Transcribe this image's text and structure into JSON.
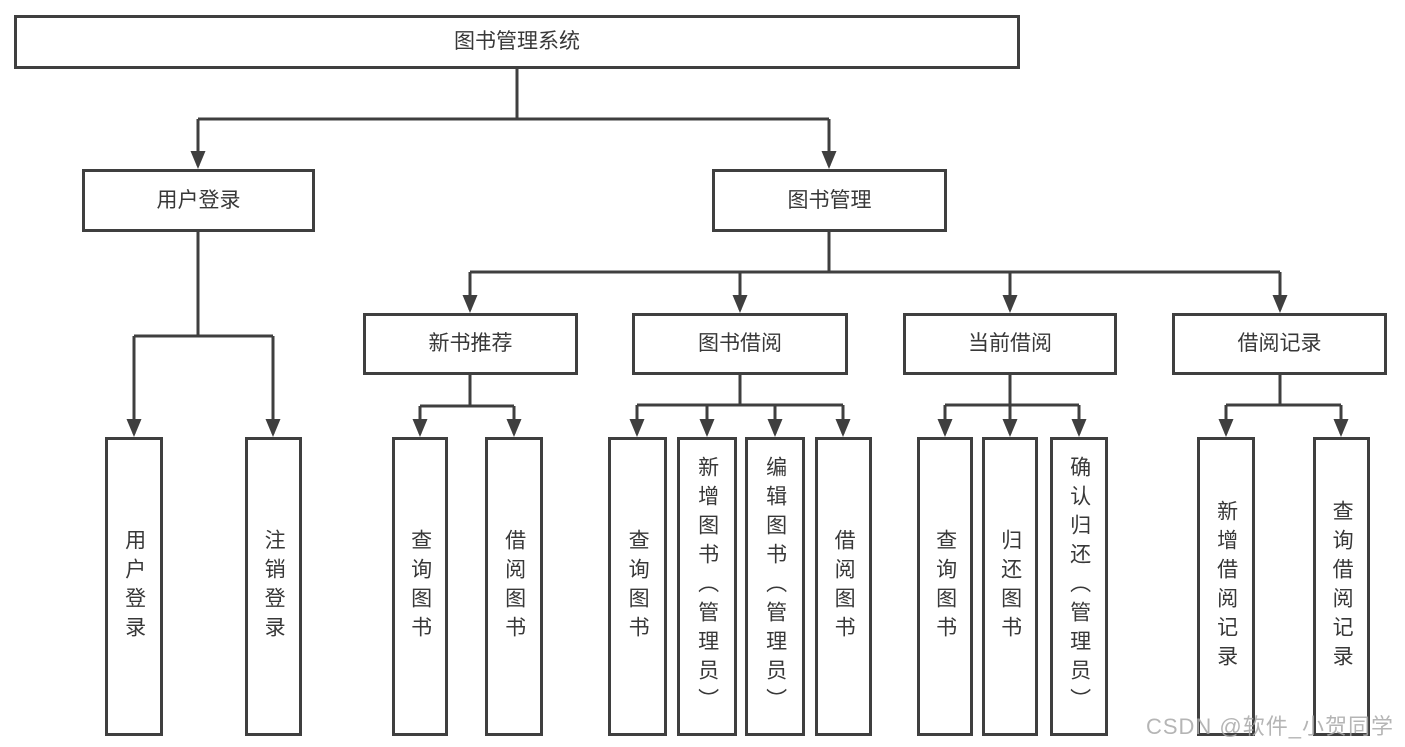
{
  "diagram": {
    "type": "tree",
    "orientation": "top-down",
    "tree": {
      "root": {
        "label": "图书管理系统"
      },
      "branches": [
        {
          "label": "用户登录",
          "children": [
            {
              "label": "用户登录"
            },
            {
              "label": "注销登录"
            }
          ]
        },
        {
          "label": "图书管理",
          "children": [
            {
              "label": "新书推荐",
              "children": [
                {
                  "label": "查询图书"
                },
                {
                  "label": "借阅图书"
                }
              ]
            },
            {
              "label": "图书借阅",
              "children": [
                {
                  "label": "查询图书"
                },
                {
                  "label": "新增图书（管理员）"
                },
                {
                  "label": "编辑图书（管理员）"
                },
                {
                  "label": "借阅图书"
                }
              ]
            },
            {
              "label": "当前借阅",
              "children": [
                {
                  "label": "查询图书"
                },
                {
                  "label": "归还图书"
                },
                {
                  "label": "确认归还（管理员）"
                }
              ]
            },
            {
              "label": "借阅记录",
              "children": [
                {
                  "label": "新增借阅记录"
                },
                {
                  "label": "查询借阅记录"
                }
              ]
            }
          ]
        }
      ]
    },
    "colors": {
      "line": "#3f3f3f",
      "border": "#3f3f3f",
      "text": "#383838",
      "background": "#ffffff",
      "watermark": "#a9a9a9"
    }
  },
  "watermark": {
    "text": "CSDN @软件_小贺同学"
  }
}
